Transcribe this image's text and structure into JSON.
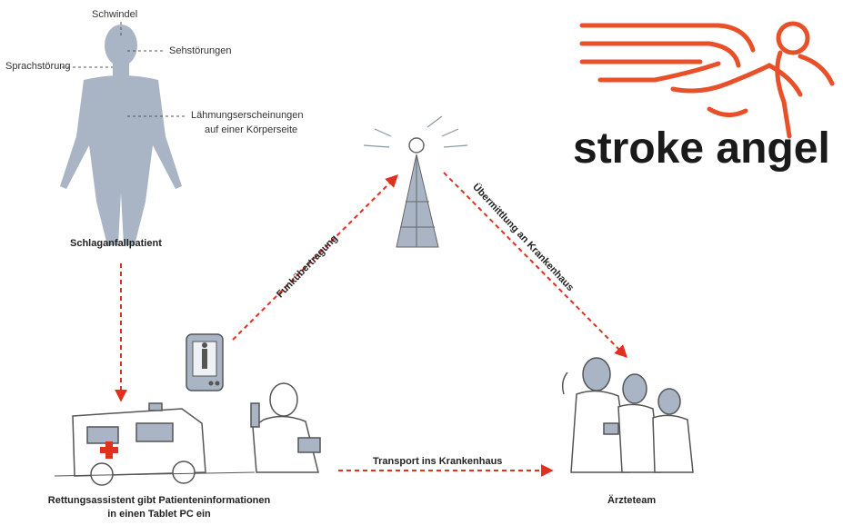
{
  "logo": {
    "text": "stroke angel",
    "brand_color": "#e8502a",
    "text_color": "#1a1a1a"
  },
  "symptoms": {
    "dizziness": "Schwindel",
    "vision": "Sehstörungen",
    "speech": "Sprachstörung",
    "paralysis_line1": "Lähmungserscheinungen",
    "paralysis_line2": "auf einer Körperseite"
  },
  "nodes": {
    "patient": "Schlaganfallpatient",
    "paramedic_line1": "Rettungsassistent gibt Patienteninformationen",
    "paramedic_line2": "in einen Tablet PC  ein",
    "doctors": "Ärzteteam"
  },
  "edges": {
    "radio": "Funkübertragung",
    "to_hospital_data": "Übermittlung an Krankenhaus",
    "transport": "Transport ins Krankenhaus"
  },
  "colors": {
    "arrow": "#e03020",
    "figure": "#a9b5c4",
    "sketch": "#555555"
  },
  "icons": [
    "human-figure",
    "antenna-tower",
    "tablet-pc",
    "ambulance",
    "paramedic",
    "doctor-team"
  ]
}
